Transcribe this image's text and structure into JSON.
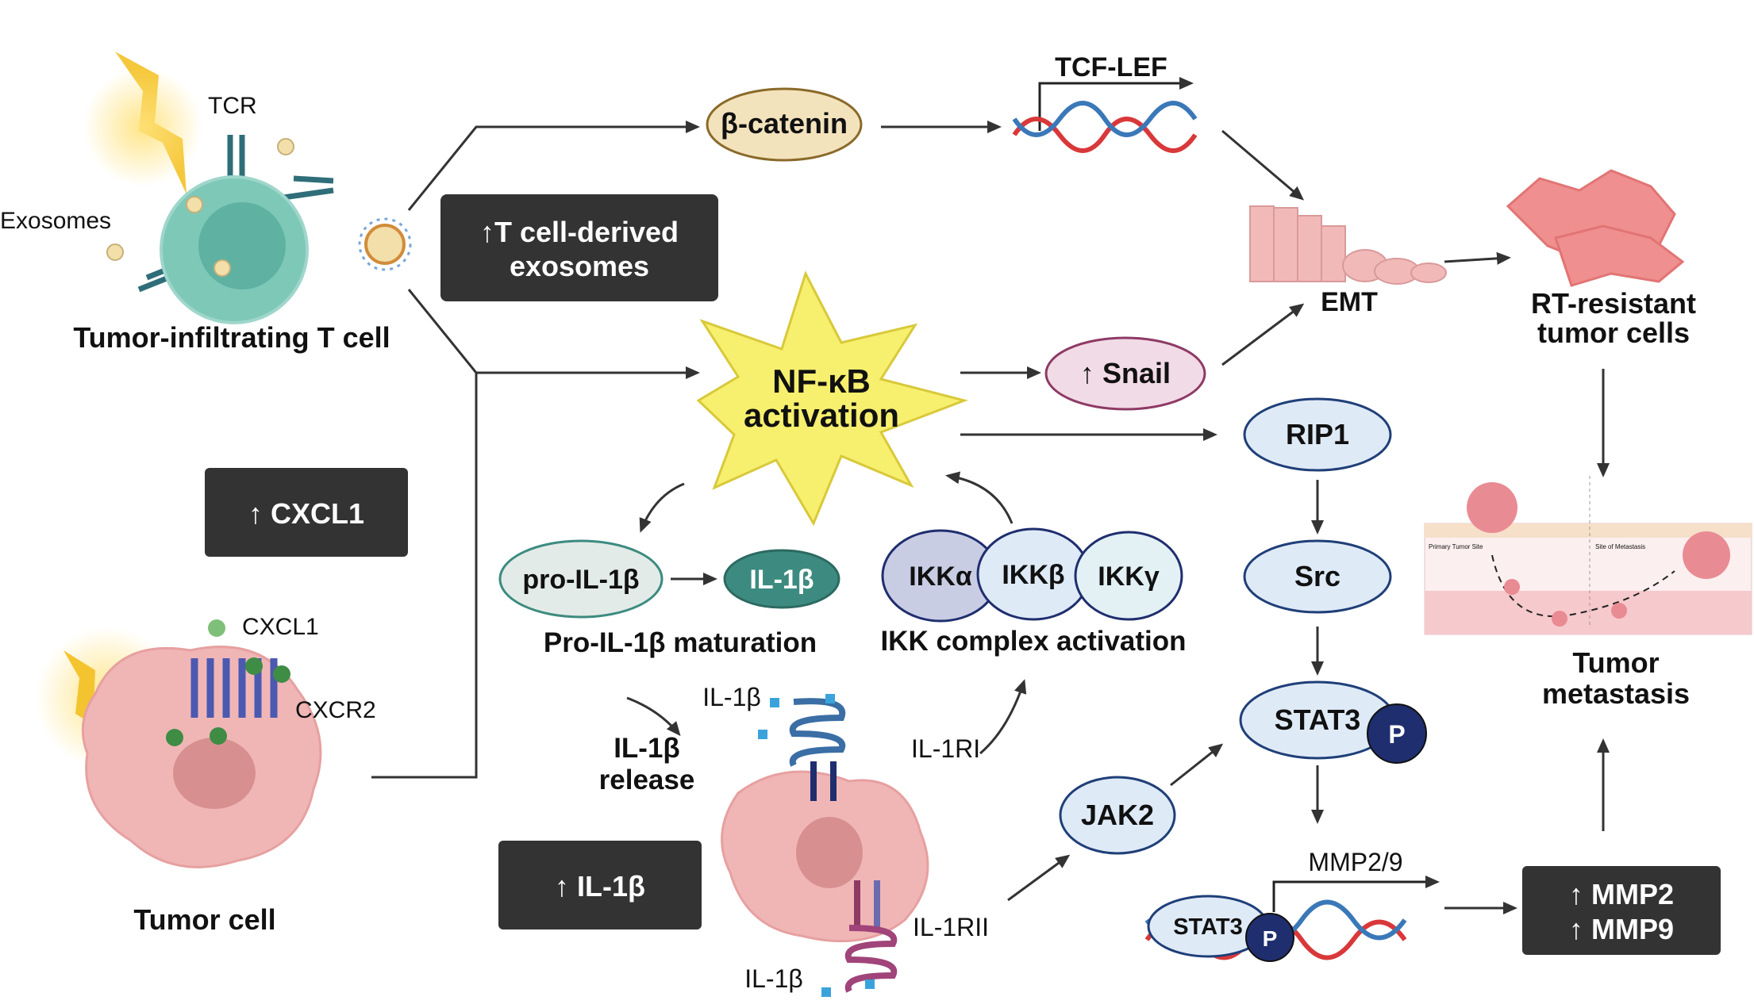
{
  "labels": {
    "tcr": "TCR",
    "exosomes": "Exosomes",
    "t_cell": "Tumor-infiltrating T cell",
    "beta_catenin": "β-catenin",
    "tcf_lef": "TCF-LEF",
    "t_cell_exosomes_line1": "↑T cell-derived",
    "t_cell_exosomes_line2": "exosomes",
    "nfkb_line1": "NF-κB",
    "nfkb_line2": "activation",
    "snail": "↑ Snail",
    "emt": "EMT",
    "rt_resistant_line1": "RT-resistant",
    "rt_resistant_line2": "tumor cells",
    "rip1": "RIP1",
    "src": "Src",
    "stat3": "STAT3",
    "p": "P",
    "jak2": "JAK2",
    "mmp29": "MMP2/9",
    "mmp2": "↑ MMP2",
    "mmp9": "↑ MMP9",
    "metastasis_line1": "Tumor",
    "metastasis_line2": "metastasis",
    "primary_tumor_site": "Primary Tumor Site",
    "site_of_metastasis": "Site of Metastasis",
    "cxcl1_box": "↑ CXCL1",
    "cxcl1": "CXCL1",
    "cxcr2": "CXCR2",
    "tumor_cell": "Tumor cell",
    "pro_il1b": "pro-IL-1β",
    "il1b": "IL-1β",
    "pro_il1b_maturation": "Pro-IL-1β maturation",
    "ikka": "IKKα",
    "ikkb": "IKKβ",
    "ikkg": "IKKγ",
    "ikk_activation": "IKK complex activation",
    "il1b_release_line1": "IL-1β",
    "il1b_release_line2": "release",
    "il1b_top": "IL-1β",
    "il1ri": "IL-1RI",
    "il1rii": "IL-1RII",
    "il1b_bottom": "IL-1β",
    "il1b_box": "↑ IL-1β"
  },
  "colors": {
    "t_cell": "#7ec8b8",
    "tumor_cell": "#f0b6b6",
    "beta_catenin": "#f3e3bd",
    "snail": "#f1dbe6",
    "blue_oval": "#dfeaf7",
    "il1b_mature": "#3d8b80",
    "p_badge": "#1f2e6e",
    "dark_box": "#333333",
    "nfkb_star": "#f7ef6e",
    "dna_red": "#d9383a",
    "dna_blue": "#3a78b8"
  }
}
